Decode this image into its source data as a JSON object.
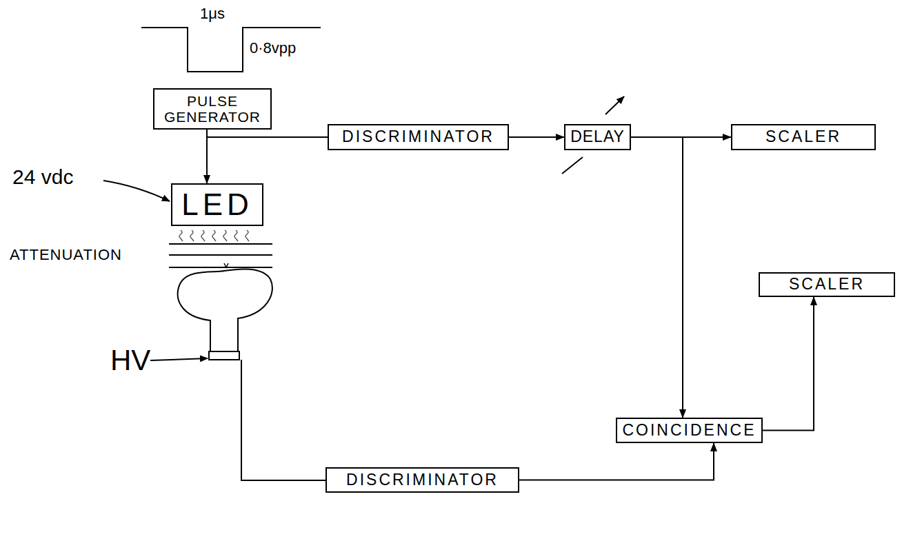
{
  "diagram": {
    "nodes": [
      {
        "text": [
          "PULSE GENERATOR"
        ]
      },
      {
        "text": [
          "DISCRIMINATOR"
        ]
      },
      {
        "text": [
          "DELAY"
        ]
      },
      {
        "text": [
          "SCALER"
        ]
      },
      {
        "text": [
          "LED"
        ]
      },
      {
        "text": [
          "SCALER"
        ]
      },
      {
        "text": [
          "COINCIDENCE"
        ]
      },
      {
        "text": [
          "DISCRIMINATOR"
        ]
      }
    ],
    "edges": [
      {
        "from": 0,
        "to": 4,
        "arrow": "to"
      },
      {
        "from": 0,
        "to": 1,
        "arrow": "none"
      },
      {
        "from": 1,
        "to": 2,
        "arrow": "to"
      },
      {
        "from": 2,
        "to": 3,
        "arrow": "to"
      },
      {
        "from": 2,
        "to": 6,
        "arrow": "to"
      },
      {
        "from": 6,
        "to": 5,
        "arrow": "to"
      },
      {
        "from": 7,
        "to": 6,
        "arrow": "to"
      }
    ],
    "labels": [
      "1μs",
      "0·8vpp",
      "24 vdc",
      "ATTENUATION",
      "HV"
    ]
  }
}
